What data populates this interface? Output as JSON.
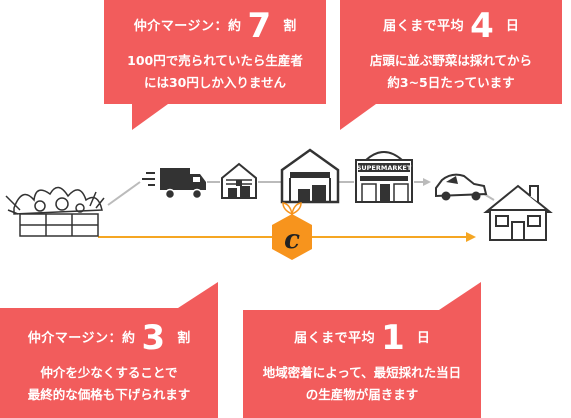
{
  "callouts": {
    "top_left": {
      "heading": "仲介マージン：約",
      "number": "7",
      "unit": "割",
      "line1": "100円で売られていたら生産者",
      "line2": "には30円しか入りません"
    },
    "top_right": {
      "heading": "届くまで平均",
      "number": "4",
      "unit": "日",
      "line1": "店頭に並ぶ野菜は採れてから",
      "line2": "約3~5日たっています"
    },
    "bottom_left": {
      "heading": "仲介マージン：約",
      "number": "3",
      "unit": "割",
      "line1": "仲介を少なくすることで",
      "line2": "最終的な価格も下げられます"
    },
    "bottom_right": {
      "heading": "届くまで平均",
      "number": "1",
      "unit": "日",
      "line1": "地域密着によって、最短採れた当日",
      "line2": "の生産物が届きます"
    }
  },
  "supermarket_sign": "SUPERMARKET",
  "logo_letter": "c",
  "colors": {
    "callout": "#f25c5c",
    "direct_route": "#f5a623",
    "logo": "#f7941d",
    "icon": "#333333",
    "line": "#bbbbbb"
  }
}
